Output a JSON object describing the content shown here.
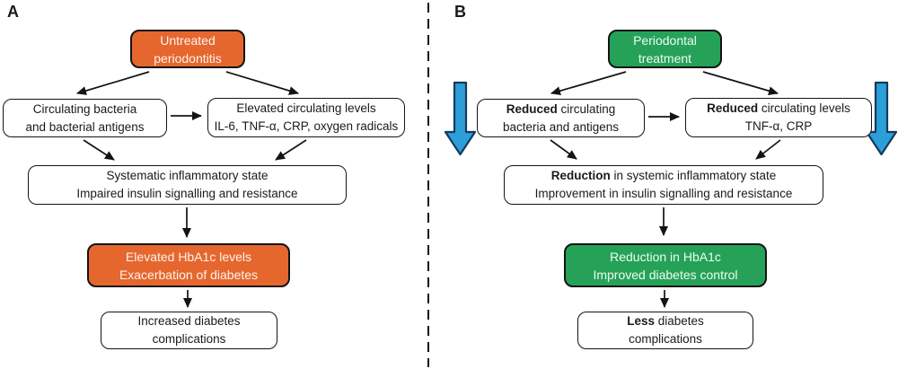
{
  "colors": {
    "orange": "#E5672E",
    "green": "#25A258",
    "blue": "#2C9FD8",
    "blue_border": "#153A5E",
    "ink": "#1A1A1A"
  },
  "icons": {
    "left_block_arrow": "down-block-arrow",
    "right_block_arrow": "down-block-arrow"
  },
  "panelA": {
    "label": "A",
    "box_untreated": {
      "line1": "Untreated",
      "line2": "periodontitis"
    },
    "box_bacteria": {
      "line1": "Circulating bacteria",
      "line2": "and bacterial antigens"
    },
    "box_elevated": {
      "line1": "Elevated circulating levels",
      "line2": "IL-6, TNF-α, CRP, oxygen radicals"
    },
    "box_inflammatory": {
      "line1": "Systematic inflammatory state",
      "line2": "Impaired insulin signalling and resistance"
    },
    "box_hba1c": {
      "line1": "Elevated HbA1c levels",
      "line2": "Exacerbation of diabetes"
    },
    "box_complications": {
      "line1": "Increased diabetes",
      "line2": "complications"
    }
  },
  "panelB": {
    "label": "B",
    "box_treatment": {
      "line1": "Periodontal",
      "line2": "treatment"
    },
    "box_bacteria": {
      "line1_bold": "Reduced",
      "line1_rest": " circulating",
      "line2": "bacteria and antigens"
    },
    "box_levels": {
      "line1_bold": "Reduced",
      "line1_rest": " circulating levels",
      "line2": "TNF-α, CRP"
    },
    "box_inflammatory": {
      "line1_bold": "Reduction",
      "line1_rest": " in systemic inflammatory state",
      "line2": "Improvement in insulin signalling and resistance"
    },
    "box_hba1c": {
      "line1": "Reduction in HbA1c",
      "line2": "Improved diabetes control"
    },
    "box_complications": {
      "line1_bold": "Less",
      "line1_rest": " diabetes",
      "line2": "complications"
    }
  }
}
